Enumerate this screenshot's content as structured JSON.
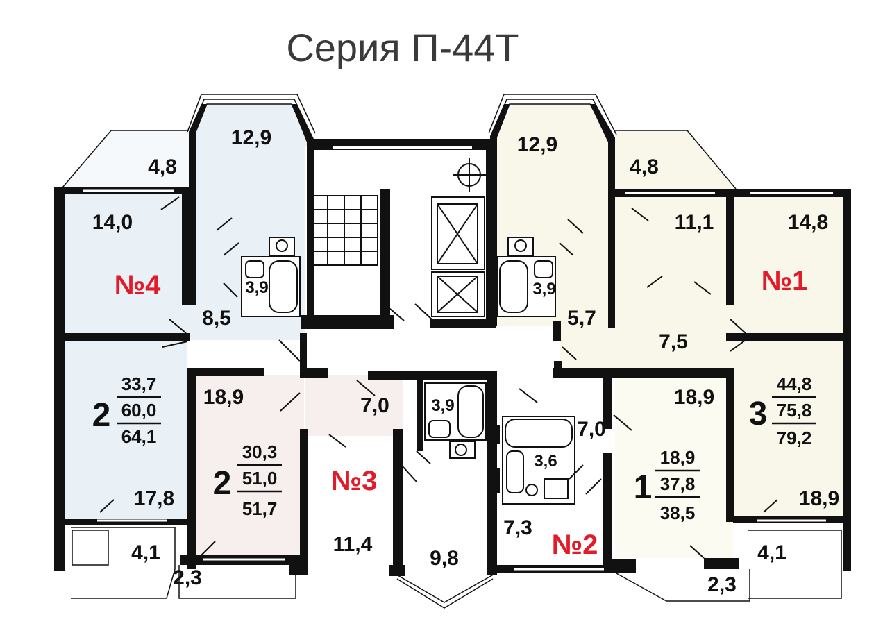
{
  "title": "Серия П-44Т",
  "colors": {
    "wall": "#111111",
    "room_blue": "#e9f1f6",
    "room_pink": "#f7eeee",
    "room_cream": "#f8f7ea",
    "label_red": "#e21b2a",
    "title": "#3a3a3a"
  },
  "apartments": {
    "a1": {
      "label": "№1",
      "rooms": "3",
      "living": "44,8",
      "total": "75,8",
      "total_balcony": "79,2"
    },
    "a2": {
      "label": "№2",
      "rooms": "1",
      "living": "18,9",
      "total": "37,8",
      "total_balcony": "38,5"
    },
    "a3": {
      "label": "№3",
      "rooms": "2",
      "living": "30,3",
      "total": "51,0",
      "total_balcony": "51,7"
    },
    "a4": {
      "label": "№4",
      "rooms": "2",
      "living": "33,7",
      "total": "60,0",
      "total_balcony": "64,1"
    }
  },
  "areas": {
    "a4_bay_room": "12,9",
    "a4_loggia_top": "4,8",
    "a4_room": "14,0",
    "a4_bath": "3,9",
    "a4_hall": "8,5",
    "a4_room_bottom": "17,8",
    "a4_loggia_bottom": "4,1",
    "a3_room": "18,9",
    "a3_hall": "7,0",
    "a3_bath": "3,9",
    "a3_kitchen": "11,4",
    "a3_bay_kitchen": "9,8",
    "a3_loggia": "2,3",
    "a1_bay_room": "12,9",
    "a1_loggia_top": "4,8",
    "a1_room_mid": "11,1",
    "a1_room": "14,8",
    "a1_bath": "3,9",
    "a1_corridor": "5,7",
    "a1_hall": "7,5",
    "a1_room_bottom": "18,9",
    "a1_loggia_bottom": "4,1",
    "a2_room": "18,9",
    "a2_hall": "7,0",
    "a2_bath": "3,6",
    "a2_kitchen": "7,3",
    "a2_loggia": "2,3"
  }
}
